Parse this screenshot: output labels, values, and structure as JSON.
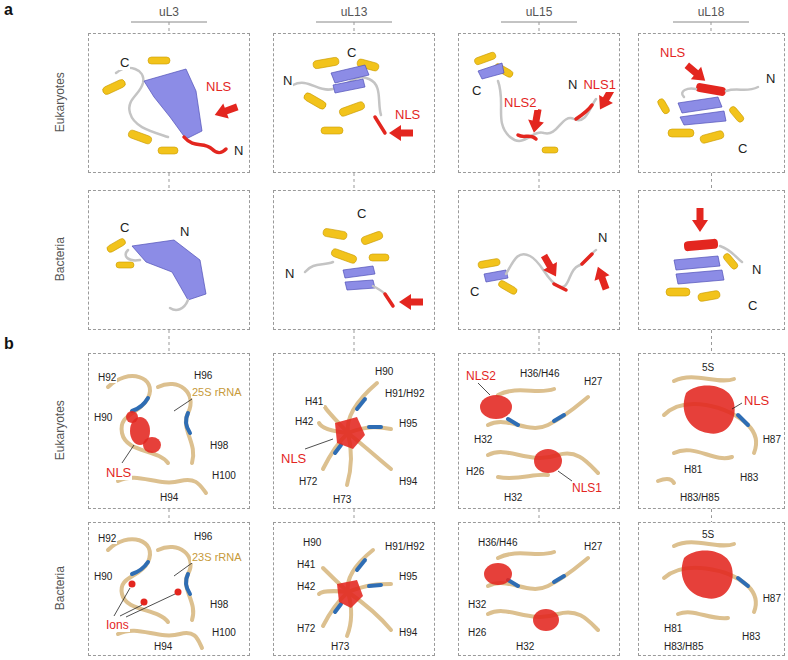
{
  "diagram": {
    "nodes": [
      {
        "text": [
          "C",
          "NLS",
          "N"
        ]
      },
      {
        "text": [
          "C",
          "N",
          "NLS"
        ]
      },
      {
        "text": [
          "C",
          "NLS2",
          "N",
          "NLS1"
        ]
      },
      {
        "text": [
          "NLS",
          "N",
          "C"
        ]
      },
      {
        "text": [
          "C",
          "N"
        ]
      },
      {
        "text": [
          "C",
          "N"
        ]
      },
      {
        "text": [
          "C",
          "N"
        ]
      },
      {
        "text": [
          "N",
          "C"
        ]
      },
      {
        "text": [
          "H92",
          "H96",
          "25S rRNA",
          "H90",
          "NLS",
          "H98",
          "H100",
          "H94"
        ]
      },
      {
        "text": [
          "H90",
          "H41",
          "H91/H92",
          "H42",
          "H95",
          "NLS",
          "H72",
          "H73",
          "H94"
        ]
      },
      {
        "text": [
          "H36/H46",
          "H27",
          "NLS2",
          "H32",
          "H26",
          "NLS1",
          "H32"
        ]
      },
      {
        "text": [
          "5S",
          "NLS",
          "H87",
          "H81",
          "H83/H85",
          "H83"
        ]
      },
      {
        "text": [
          "H92",
          "H96",
          "23S rRNA",
          "H90",
          "Ions",
          "H98",
          "H100",
          "H94"
        ]
      },
      {
        "text": [
          "H90",
          "H91/H92",
          "H41",
          "H95",
          "H42",
          "H72",
          "H73",
          "H94"
        ]
      },
      {
        "text": [
          "H36/H46",
          "H27",
          "H32",
          "H26",
          "H32"
        ]
      },
      {
        "text": [
          "5S",
          "H87",
          "H81",
          "H83",
          "H83/H85"
        ]
      }
    ],
    "edges": [
      {
        "from": 0,
        "to": 4,
        "arrow": "none"
      },
      {
        "from": 1,
        "to": 5,
        "arrow": "none"
      },
      {
        "from": 2,
        "to": 6,
        "arrow": "none"
      },
      {
        "from": 3,
        "to": 7,
        "arrow": "none"
      },
      {
        "from": 4,
        "to": 8,
        "arrow": "none"
      },
      {
        "from": 5,
        "to": 9,
        "arrow": "none"
      },
      {
        "from": 6,
        "to": 10,
        "arrow": "none"
      },
      {
        "from": 7,
        "to": 11,
        "arrow": "none"
      },
      {
        "from": 8,
        "to": 12,
        "arrow": "none"
      },
      {
        "from": 9,
        "to": 13,
        "arrow": "none"
      },
      {
        "from": 10,
        "to": 14,
        "arrow": "none"
      },
      {
        "from": 11,
        "to": 15,
        "arrow": "none"
      }
    ],
    "labels": [
      "a",
      "uL3",
      "uL13",
      "uL15",
      "uL18",
      "Eukaryotes",
      "Bacteria",
      "b",
      "Eukaryotes",
      "Bacteria"
    ]
  }
}
